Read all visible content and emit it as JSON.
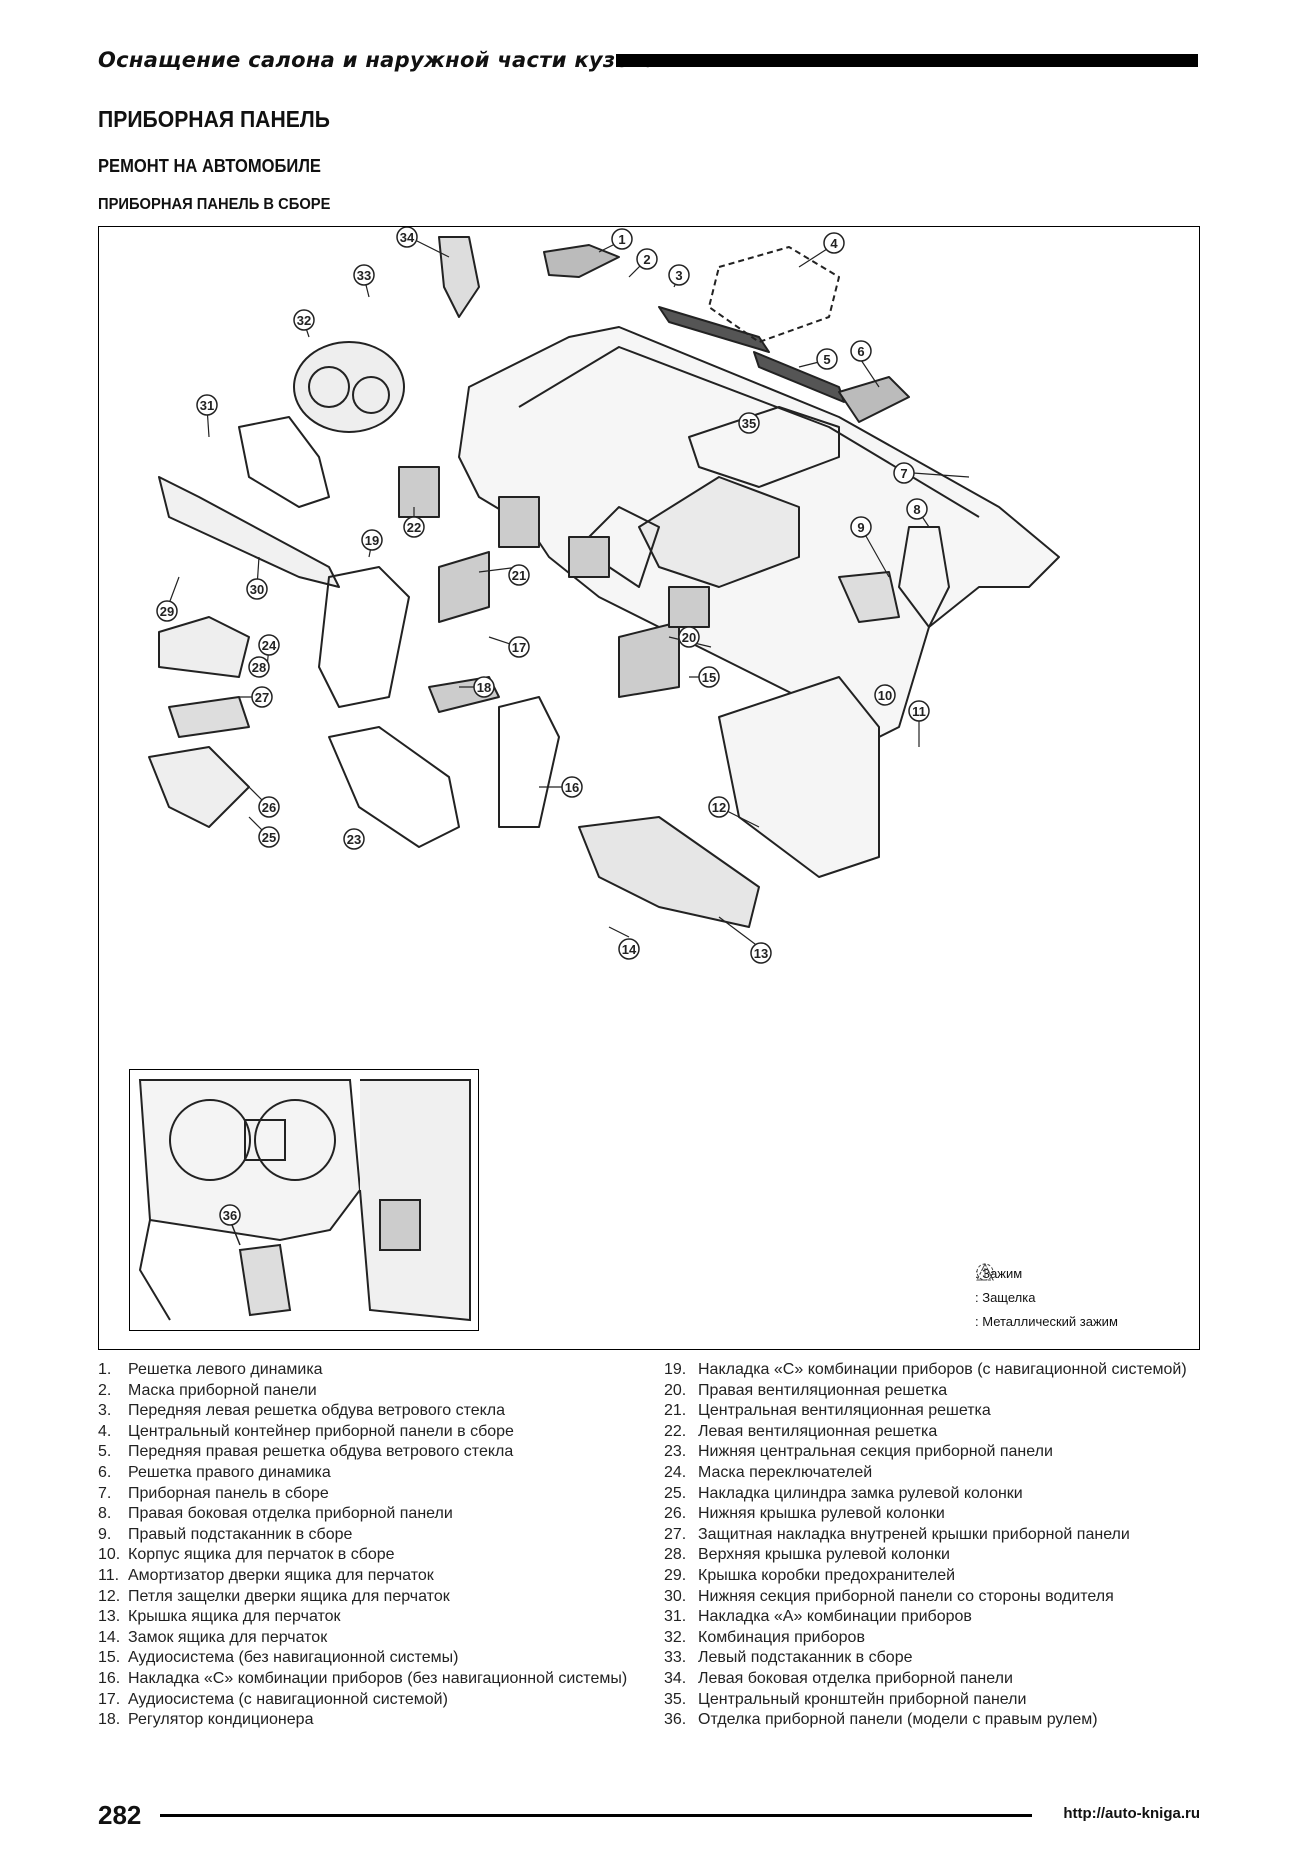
{
  "header": {
    "title": "Оснащение салона и наружной части кузова"
  },
  "headings": {
    "h1": "ПРИБОРНАЯ ПАНЕЛЬ",
    "h2": "РЕМОНТ НА АВТОМОБИЛЕ",
    "h3": "ПРИБОРНАЯ ПАНЕЛЬ В СБОРЕ"
  },
  "figure": {
    "callouts": [
      "1",
      "2",
      "3",
      "4",
      "5",
      "6",
      "7",
      "8",
      "9",
      "10",
      "11",
      "12",
      "13",
      "14",
      "15",
      "16",
      "17",
      "18",
      "19",
      "20",
      "21",
      "22",
      "23",
      "24",
      "25",
      "26",
      "27",
      "28",
      "29",
      "30",
      "31",
      "32",
      "33",
      "34",
      "35",
      "36"
    ],
    "legend": [
      {
        "symbol": "clip",
        "label": ": Зажим"
      },
      {
        "symbol": "latch",
        "label": ": Защелка"
      },
      {
        "symbol": "metal-clip",
        "label": ": Металлический зажим"
      }
    ]
  },
  "parts_left": [
    {
      "n": "1.",
      "t": "Решетка левого динамика"
    },
    {
      "n": "2.",
      "t": "Маска приборной панели"
    },
    {
      "n": "3.",
      "t": "Передняя левая решетка обдува ветрового стекла"
    },
    {
      "n": "4.",
      "t": "Центральный контейнер приборной панели в сборе"
    },
    {
      "n": "5.",
      "t": "Передняя правая решетка обдува ветрового стекла"
    },
    {
      "n": "6.",
      "t": "Решетка правого динамика"
    },
    {
      "n": "7.",
      "t": "Приборная панель в сборе"
    },
    {
      "n": "8.",
      "t": "Правая боковая отделка приборной панели"
    },
    {
      "n": "9.",
      "t": "Правый подстаканник в сборе"
    },
    {
      "n": "10.",
      "t": "Корпус ящика для перчаток в сборе"
    },
    {
      "n": "11.",
      "t": "Амортизатор дверки ящика для перчаток"
    },
    {
      "n": "12.",
      "t": "Петля защелки дверки ящика для перчаток"
    },
    {
      "n": "13.",
      "t": "Крышка ящика для перчаток"
    },
    {
      "n": "14.",
      "t": "Замок ящика для перчаток"
    },
    {
      "n": "15.",
      "t": "Аудиосистема (без навигационной системы)"
    },
    {
      "n": "16.",
      "t": "Накладка «С» комбинации приборов (без навигационной системы)"
    },
    {
      "n": "17.",
      "t": "Аудиосистема (с навигационной системой)"
    },
    {
      "n": "18.",
      "t": "Регулятор кондиционера"
    }
  ],
  "parts_right": [
    {
      "n": "19.",
      "t": "Накладка «С» комбинации приборов (с навигационной системой)"
    },
    {
      "n": "20.",
      "t": "Правая вентиляционная решетка"
    },
    {
      "n": "21.",
      "t": "Центральная вентиляционная решетка"
    },
    {
      "n": "22.",
      "t": "Левая вентиляционная решетка"
    },
    {
      "n": "23.",
      "t": "Нижняя центральная секция приборной панели"
    },
    {
      "n": "24.",
      "t": "Маска переключателей"
    },
    {
      "n": "25.",
      "t": "Накладка цилиндра замка рулевой колонки"
    },
    {
      "n": "26.",
      "t": "Нижняя крышка рулевой колонки"
    },
    {
      "n": "27.",
      "t": "Защитная накладка внутреней крышки приборной панели"
    },
    {
      "n": "28.",
      "t": "Верхняя крышка рулевой колонки"
    },
    {
      "n": "29.",
      "t": "Крышка коробки предохранителей"
    },
    {
      "n": "30.",
      "t": "Нижняя секция приборной панели со стороны водителя"
    },
    {
      "n": "31.",
      "t": "Накладка «А» комбинации приборов"
    },
    {
      "n": "32.",
      "t": "Комбинация приборов"
    },
    {
      "n": "33.",
      "t": "Левый подстаканник в сборе"
    },
    {
      "n": "34.",
      "t": "Левая боковая отделка приборной панели"
    },
    {
      "n": "35.",
      "t": "Центральный кронштейн приборной панели"
    },
    {
      "n": "36.",
      "t": "Отделка приборной панели (модели с правым рулем)"
    }
  ],
  "footer": {
    "page": "282",
    "url": "http://auto-kniga.ru"
  }
}
